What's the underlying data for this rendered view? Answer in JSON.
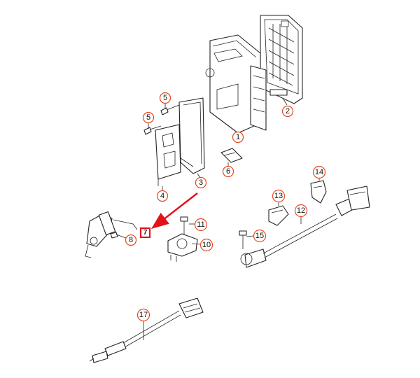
{
  "colors": {
    "callout_ring": "#e8471c",
    "highlight": "#e4111b",
    "line": "#222222"
  },
  "callouts": {
    "c1": "1",
    "c2": "2",
    "c3": "3",
    "c4": "4",
    "c5a": "5",
    "c5b": "5",
    "c6": "6",
    "c7": "7",
    "c8": "8",
    "c10": "10",
    "c11": "11",
    "c12": "12",
    "c13": "13",
    "c14": "14",
    "c15": "15",
    "c17": "17"
  },
  "selected_callout": "7"
}
